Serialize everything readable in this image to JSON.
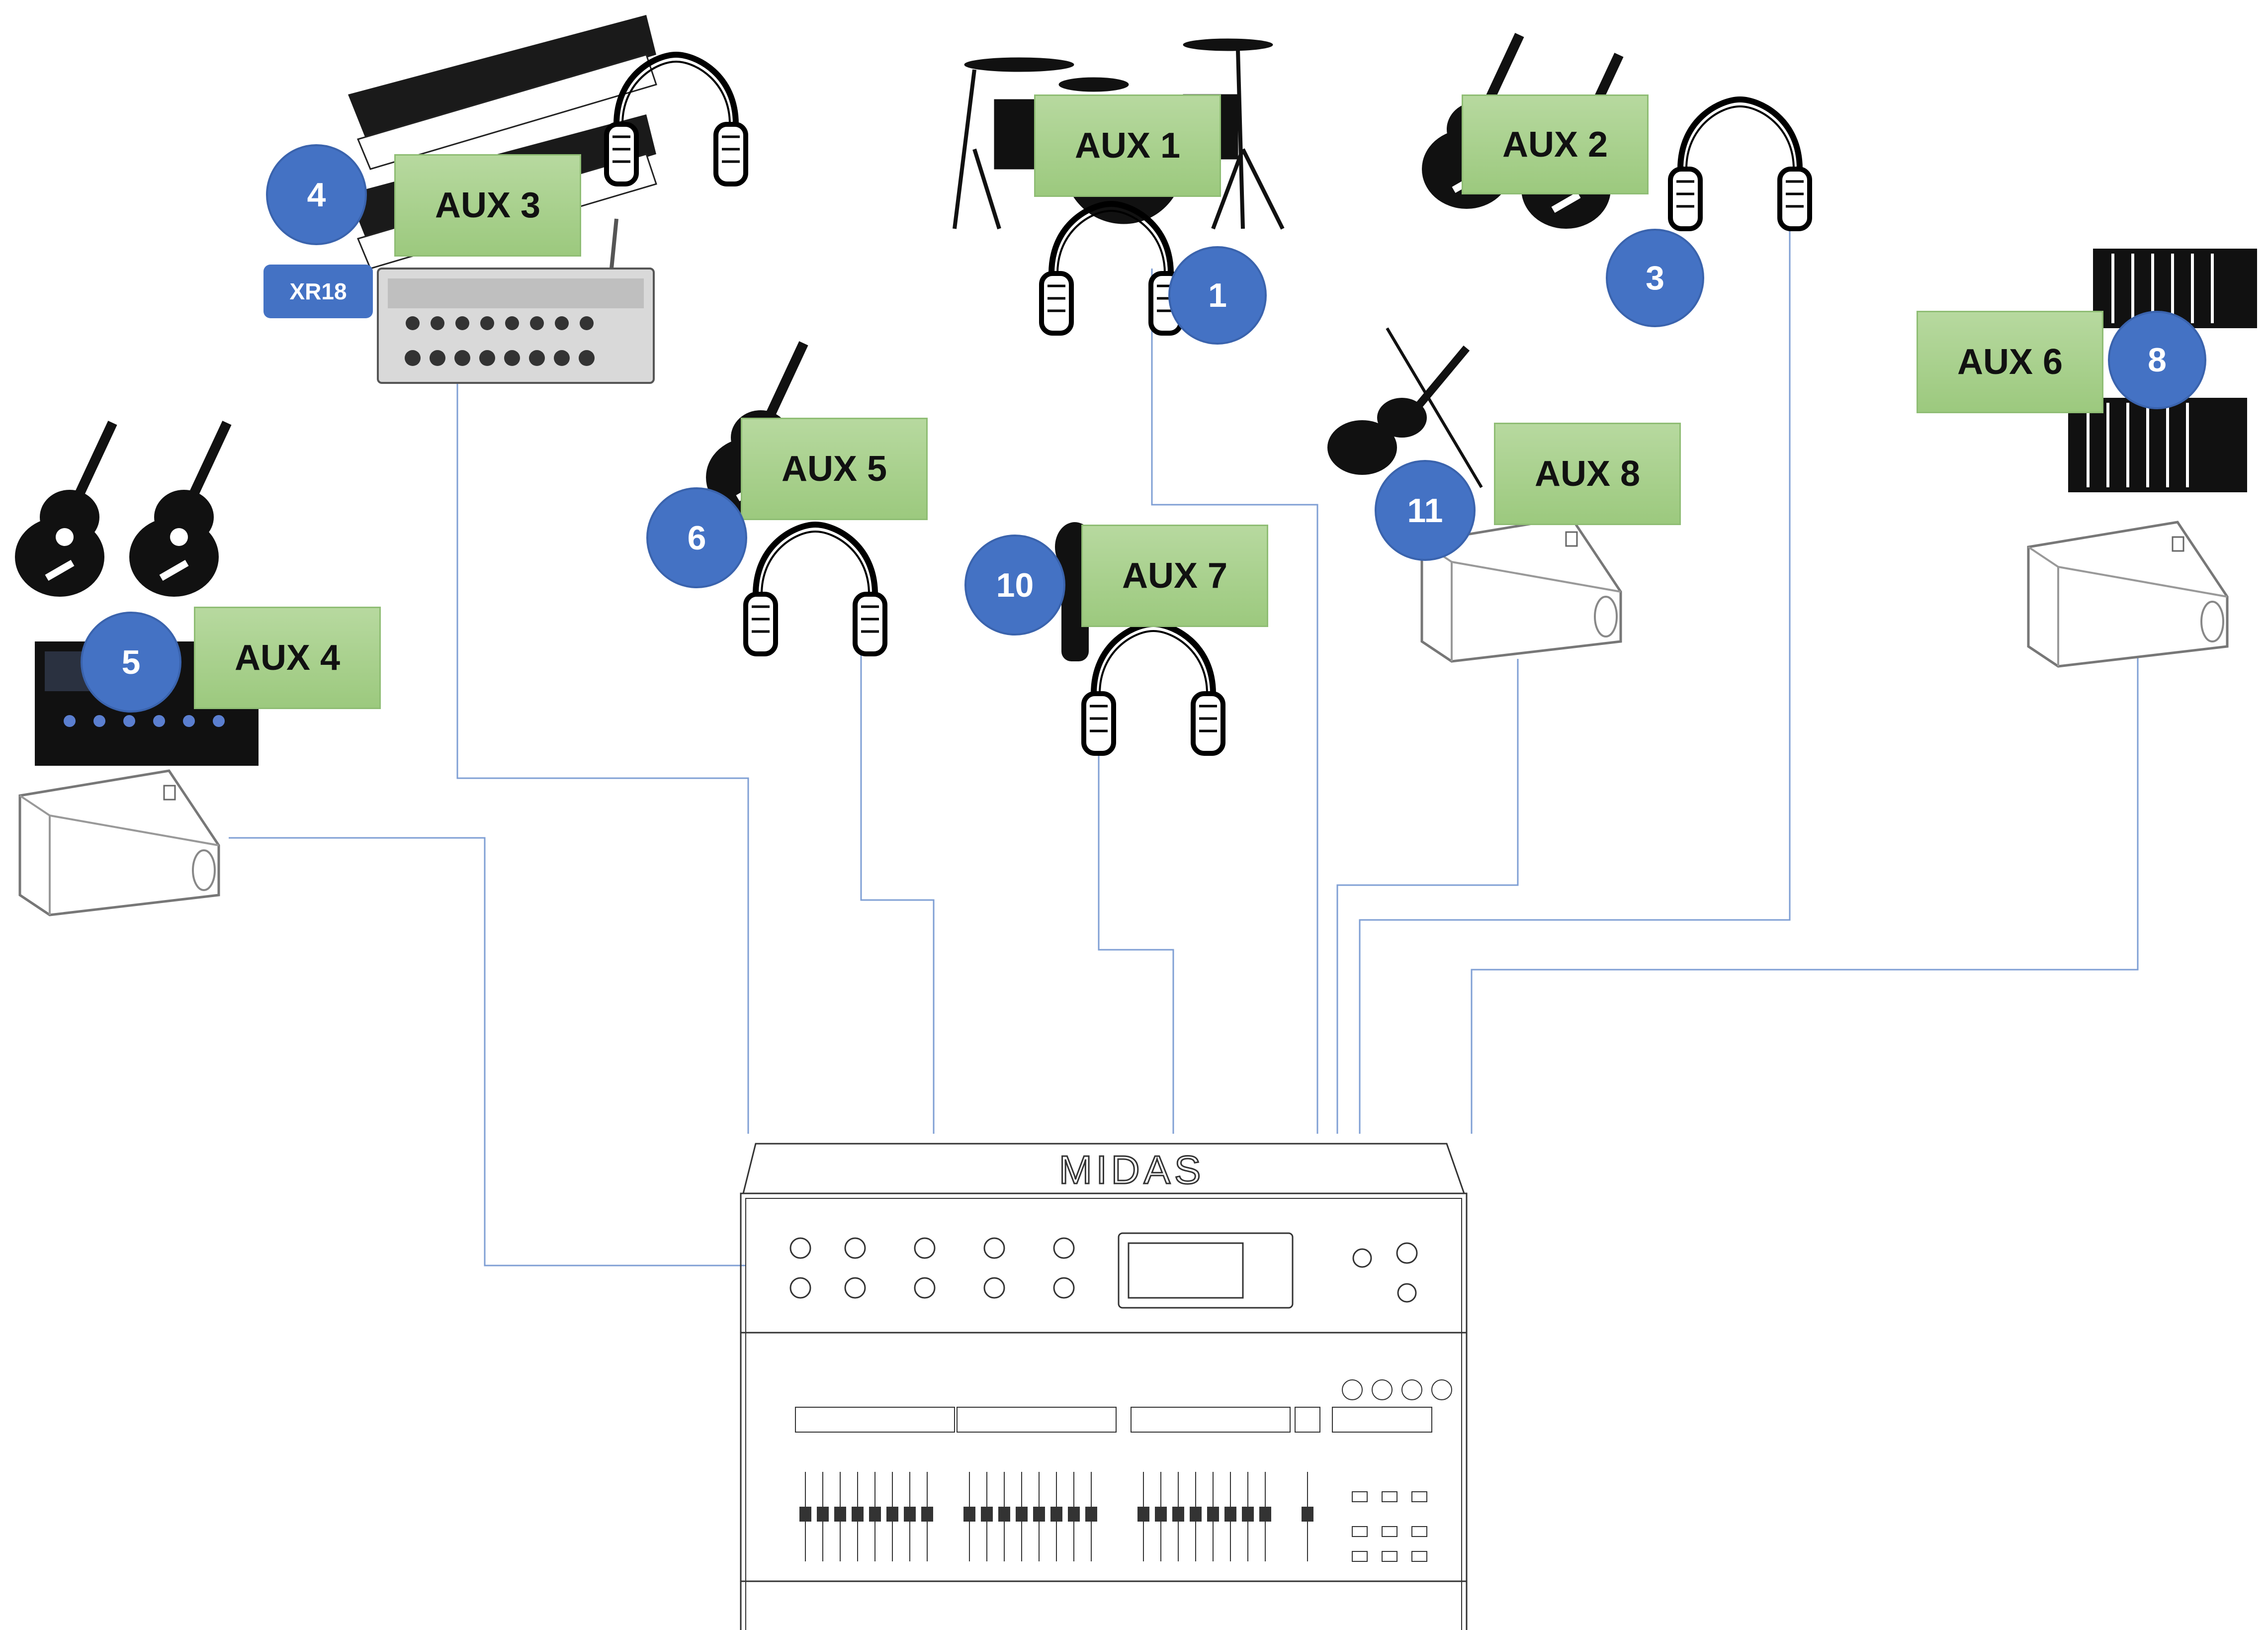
{
  "diagram": {
    "aux_labels": {
      "aux1": "AUX 1",
      "aux2": "AUX 2",
      "aux3": "AUX 3",
      "aux4": "AUX 4",
      "aux5": "AUX 5",
      "aux6": "AUX 6",
      "aux7": "AUX 7",
      "aux8": "AUX 8"
    },
    "numbers": {
      "n1": "1",
      "n3": "3",
      "n4": "4",
      "n5": "5",
      "n6": "6",
      "n8": "8",
      "n10": "10",
      "n11": "11"
    },
    "mixer_tag": "XR18",
    "colors": {
      "aux_fill": "#a9d18e",
      "badge_fill": "#4472c4",
      "cable": "#7f9fd4"
    },
    "icons": [
      "drum-kit-icon",
      "headphones-icon",
      "keyboard-icon",
      "guitar-icon",
      "bass-icon",
      "violin-icon",
      "accordion-icon",
      "microphone-icon",
      "floor-monitor-icon",
      "mixer-icon",
      "guitar-processor-icon",
      "mixing-console-icon"
    ]
  }
}
